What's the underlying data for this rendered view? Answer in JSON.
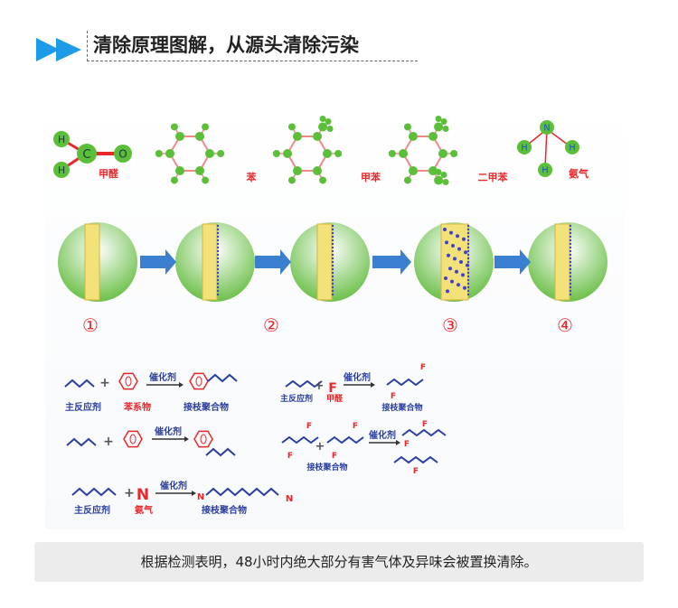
{
  "header": {
    "title": "清除原理图解，从源头清除污染",
    "icon": "double-play-arrow-icon",
    "accent": "#1e9be8"
  },
  "molecules": [
    {
      "name": "formaldehyde",
      "label": "甲醛"
    },
    {
      "name": "benzene",
      "label": "苯"
    },
    {
      "name": "toluene",
      "label": "甲苯"
    },
    {
      "name": "xylene",
      "label": "二甲苯"
    },
    {
      "name": "ammonia",
      "label": "氨气"
    }
  ],
  "atoms": {
    "H": "H",
    "C": "C",
    "O": "O",
    "N": "N"
  },
  "steps": [
    "①",
    "②",
    "③",
    "④"
  ],
  "reactions": {
    "catalyst": "催化剂",
    "main_reactant": "主反应剂",
    "benzene_series": "苯系物",
    "graft_polymer": "接枝聚合物",
    "formaldehyde": "甲醛",
    "ammonia": "氨气",
    "plus": "+",
    "F": "F",
    "N": "N"
  },
  "footer": {
    "text": "根据检测表明，48小时内绝大部分有害气体及异味会被置换清除。"
  },
  "colors": {
    "blue": "#2b3f9e",
    "red": "#e8282b",
    "green": "#5bbf3a",
    "arrow": "#3b7fd0"
  }
}
